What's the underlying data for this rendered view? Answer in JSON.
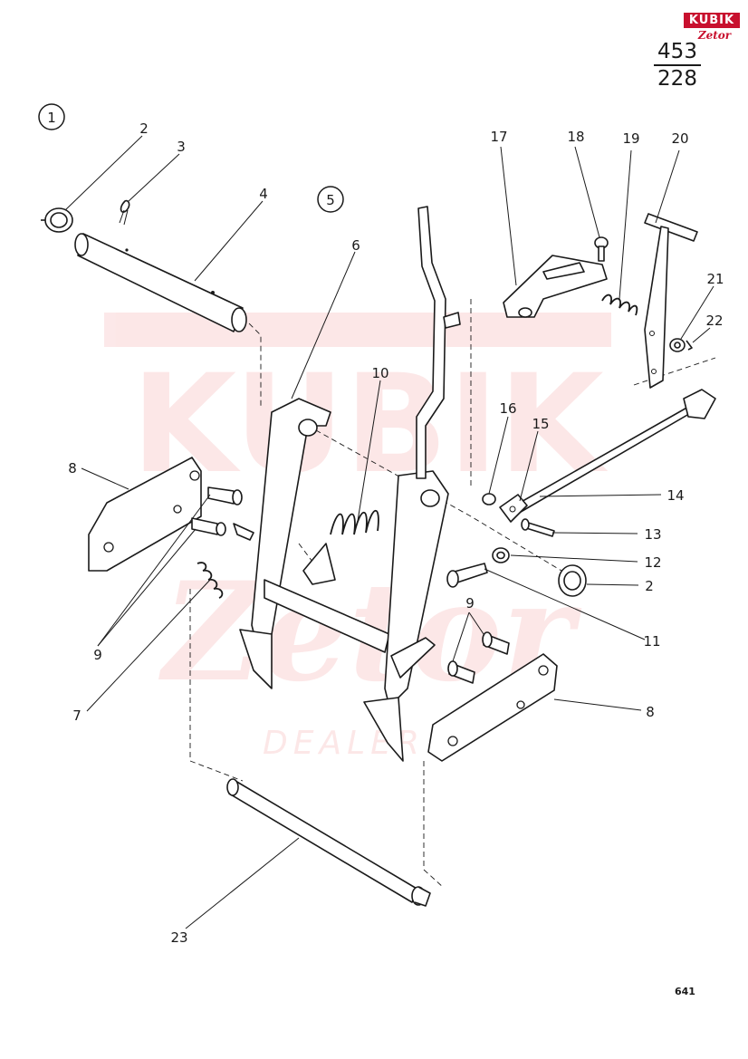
{
  "header": {
    "brand_top": "KUBIK",
    "brand_sub": "Zetor",
    "sheet_top": "453",
    "sheet_bottom": "228"
  },
  "watermark": {
    "word1": "KUBIK",
    "word2": "Zetor",
    "word3": "DEALER",
    "color": "#e31e24"
  },
  "group_labels": {
    "g1": "1",
    "g5": "5"
  },
  "callouts": {
    "c2a": "2",
    "c3": "3",
    "c4": "4",
    "c6": "6",
    "c10": "10",
    "c17": "17",
    "c18": "18",
    "c19": "19",
    "c20": "20",
    "c21": "21",
    "c22": "22",
    "c16": "16",
    "c15": "15",
    "c14": "14",
    "c13": "13",
    "c12": "12",
    "c2b": "2",
    "c11": "11",
    "c8a": "8",
    "c8b": "8",
    "c9a": "9",
    "c9b": "9",
    "c7": "7",
    "c23": "23"
  },
  "footer": {
    "page_number": "641"
  }
}
